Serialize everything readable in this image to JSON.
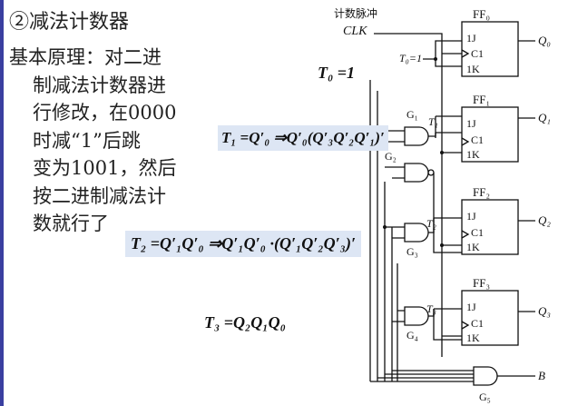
{
  "slide": {
    "title": "②减法计数器",
    "principle_lines": [
      "基本原理：对二进",
      "制减法计数器进",
      "行修改，在0000",
      "时减“1”后跳",
      "变为1001，然后",
      "按二进制减法计",
      "数就行了"
    ]
  },
  "formulas": {
    "t0": "T₀ =1",
    "t1": "T₁ =Q′₀ ⇒Q′₀(Q′₃Q′₂Q′₁)′",
    "t2": "T₂ =Q′₁Q′₀ ⇒Q′₁Q′₀ ·(Q′₁Q′₂Q′₃)′",
    "t3": "T₃ =Q₂Q₁Q₀"
  },
  "circuit": {
    "input_caption": "计数脉冲",
    "clk": "CLK",
    "t0_label": "T₀=1",
    "flipflops": [
      {
        "name": "FF₀",
        "output": "Q₀",
        "j": "1J",
        "c": "C1",
        "k": "1K"
      },
      {
        "name": "FF₁",
        "output": "Q₁",
        "j": "1J",
        "c": "C1",
        "k": "1K"
      },
      {
        "name": "FF₂",
        "output": "Q₂",
        "j": "1J",
        "c": "C1",
        "k": "1K"
      },
      {
        "name": "FF₃",
        "output": "Q₃",
        "j": "1J",
        "c": "C1",
        "k": "1K"
      }
    ],
    "gates": {
      "g1": "G₁",
      "g2": "G₂",
      "g3": "G₃",
      "g4": "G₄",
      "g5": "G₅"
    },
    "t_labels": {
      "t1": "T₁",
      "t2": "T₂",
      "t3": "T₃"
    },
    "borrow": "B"
  }
}
